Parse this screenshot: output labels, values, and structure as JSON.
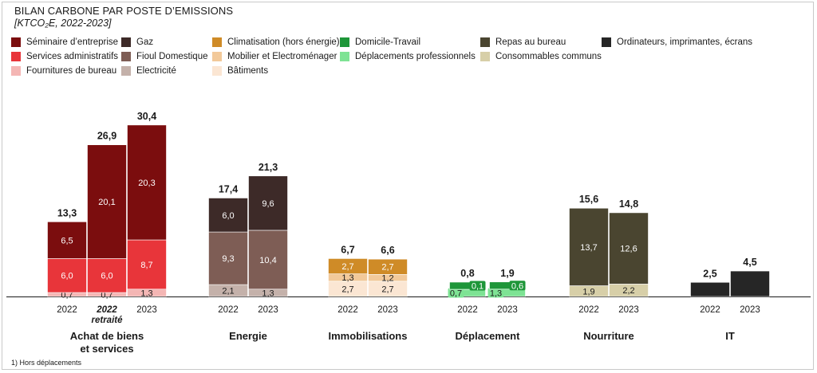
{
  "title": "BILAN CARBONE PAR POSTE D’EMISSIONS",
  "subtitle": "[KTCO₂E, 2022-2023]",
  "footnote": "1) Hors déplacements",
  "legend": [
    {
      "name": "Séminaire d’entreprise",
      "color": "#7b0d0e"
    },
    {
      "name": "Services administratifs",
      "color": "#e8353a"
    },
    {
      "name": "Fournitures de bureau",
      "color": "#f4b6b4"
    },
    {
      "name": "Gaz",
      "color": "#3d2a28"
    },
    {
      "name": "Fioul Domestique",
      "color": "#7e5d55"
    },
    {
      "name": "Electricité",
      "color": "#c4b1aa"
    },
    {
      "name": "Climatisation (hors énergie)",
      "color": "#cf8b27"
    },
    {
      "name": "Mobilier et Electroménager",
      "color": "#f2c99a"
    },
    {
      "name": "Bâtiments",
      "color": "#fbe6d3"
    },
    {
      "name": "Domicile-Travail",
      "color": "#1e9639"
    },
    {
      "name": "Déplacements professionnels",
      "color": "#7ee394"
    },
    {
      "name": "Repas au bureau",
      "color": "#4a4530"
    },
    {
      "name": "Consommables communs",
      "color": "#d7cfa8"
    },
    {
      "name": "Ordinateurs, imprimantes, écrans",
      "color": "#262626"
    }
  ],
  "chart_data": {
    "type": "bar",
    "stacked": true,
    "unit": "KTCO2E",
    "groups": [
      {
        "name": "Achat de biens et services",
        "bars": [
          {
            "label": "2022",
            "total": "13,3",
            "segments": [
              {
                "series": "Fournitures de bureau",
                "value": 0.7,
                "label": "0,7"
              },
              {
                "series": "Services administratifs",
                "value": 6.0,
                "label": "6,0"
              },
              {
                "series": "Séminaire d’entreprise",
                "value": 6.5,
                "label": "6,5"
              }
            ]
          },
          {
            "label": "2022",
            "sublabel": "retraité",
            "total": "26,9",
            "segments": [
              {
                "series": "Fournitures de bureau",
                "value": 0.7,
                "label": "0,7"
              },
              {
                "series": "Services administratifs",
                "value": 6.0,
                "label": "6,0"
              },
              {
                "series": "Séminaire d’entreprise",
                "value": 20.1,
                "label": "20,1"
              }
            ]
          },
          {
            "label": "2023",
            "total": "30,4",
            "segments": [
              {
                "series": "Fournitures de bureau",
                "value": 1.3,
                "label": "1,3"
              },
              {
                "series": "Services administratifs",
                "value": 8.7,
                "label": "8,7"
              },
              {
                "series": "Séminaire d’entreprise",
                "value": 20.3,
                "label": "20,3"
              }
            ]
          }
        ]
      },
      {
        "name": "Energie",
        "bars": [
          {
            "label": "2022",
            "total": "17,4",
            "segments": [
              {
                "series": "Electricité",
                "value": 2.1,
                "label": "2,1"
              },
              {
                "series": "Fioul Domestique",
                "value": 9.3,
                "label": "9,3"
              },
              {
                "series": "Gaz",
                "value": 6.0,
                "label": "6,0"
              }
            ]
          },
          {
            "label": "2023",
            "total": "21,3",
            "segments": [
              {
                "series": "Electricité",
                "value": 1.3,
                "label": "1,3"
              },
              {
                "series": "Fioul Domestique",
                "value": 10.4,
                "label": "10,4"
              },
              {
                "series": "Gaz",
                "value": 9.6,
                "label": "9,6"
              }
            ]
          }
        ]
      },
      {
        "name": "Immobilisations",
        "bars": [
          {
            "label": "2022",
            "total": "6,7",
            "segments": [
              {
                "series": "Bâtiments",
                "value": 2.7,
                "label": "2,7"
              },
              {
                "series": "Mobilier et Electroménager",
                "value": 1.3,
                "label": "1,3"
              },
              {
                "series": "Climatisation (hors énergie)",
                "value": 2.7,
                "label": "2,7"
              }
            ]
          },
          {
            "label": "2023",
            "total": "6,6",
            "segments": [
              {
                "series": "Bâtiments",
                "value": 2.7,
                "label": "2,7"
              },
              {
                "series": "Mobilier et Electroménager",
                "value": 1.2,
                "label": "1,2"
              },
              {
                "series": "Climatisation (hors énergie)",
                "value": 2.7,
                "label": "2,7"
              }
            ]
          }
        ]
      },
      {
        "name": "Déplacement",
        "bars": [
          {
            "label": "2022",
            "total": "0,8",
            "segments": [
              {
                "series": "Déplacements professionnels",
                "value": 0.7,
                "label": "0,7"
              },
              {
                "series": "Domicile-Travail",
                "value": 0.1,
                "label": "0,1"
              }
            ]
          },
          {
            "label": "2023",
            "total": "1,9",
            "segments": [
              {
                "series": "Déplacements professionnels",
                "value": 1.3,
                "label": "1,3"
              },
              {
                "series": "Domicile-Travail",
                "value": 0.6,
                "label": "0,6"
              }
            ]
          }
        ]
      },
      {
        "name": "Nourriture",
        "bars": [
          {
            "label": "2022",
            "total": "15,6",
            "segments": [
              {
                "series": "Consommables communs",
                "value": 1.9,
                "label": "1,9"
              },
              {
                "series": "Repas au bureau",
                "value": 13.7,
                "label": "13,7"
              }
            ]
          },
          {
            "label": "2023",
            "total": "14,8",
            "segments": [
              {
                "series": "Consommables communs",
                "value": 2.2,
                "label": "2,2"
              },
              {
                "series": "Repas au bureau",
                "value": 12.6,
                "label": "12,6"
              }
            ]
          }
        ]
      },
      {
        "name": "IT",
        "bars": [
          {
            "label": "2022",
            "total": "2,5",
            "segments": [
              {
                "series": "Ordinateurs, imprimantes, écrans",
                "value": 2.5,
                "label": ""
              }
            ]
          },
          {
            "label": "2023",
            "total": "4,5",
            "segments": [
              {
                "series": "Ordinateurs, imprimantes, écrans",
                "value": 4.5,
                "label": ""
              }
            ]
          }
        ]
      }
    ]
  }
}
